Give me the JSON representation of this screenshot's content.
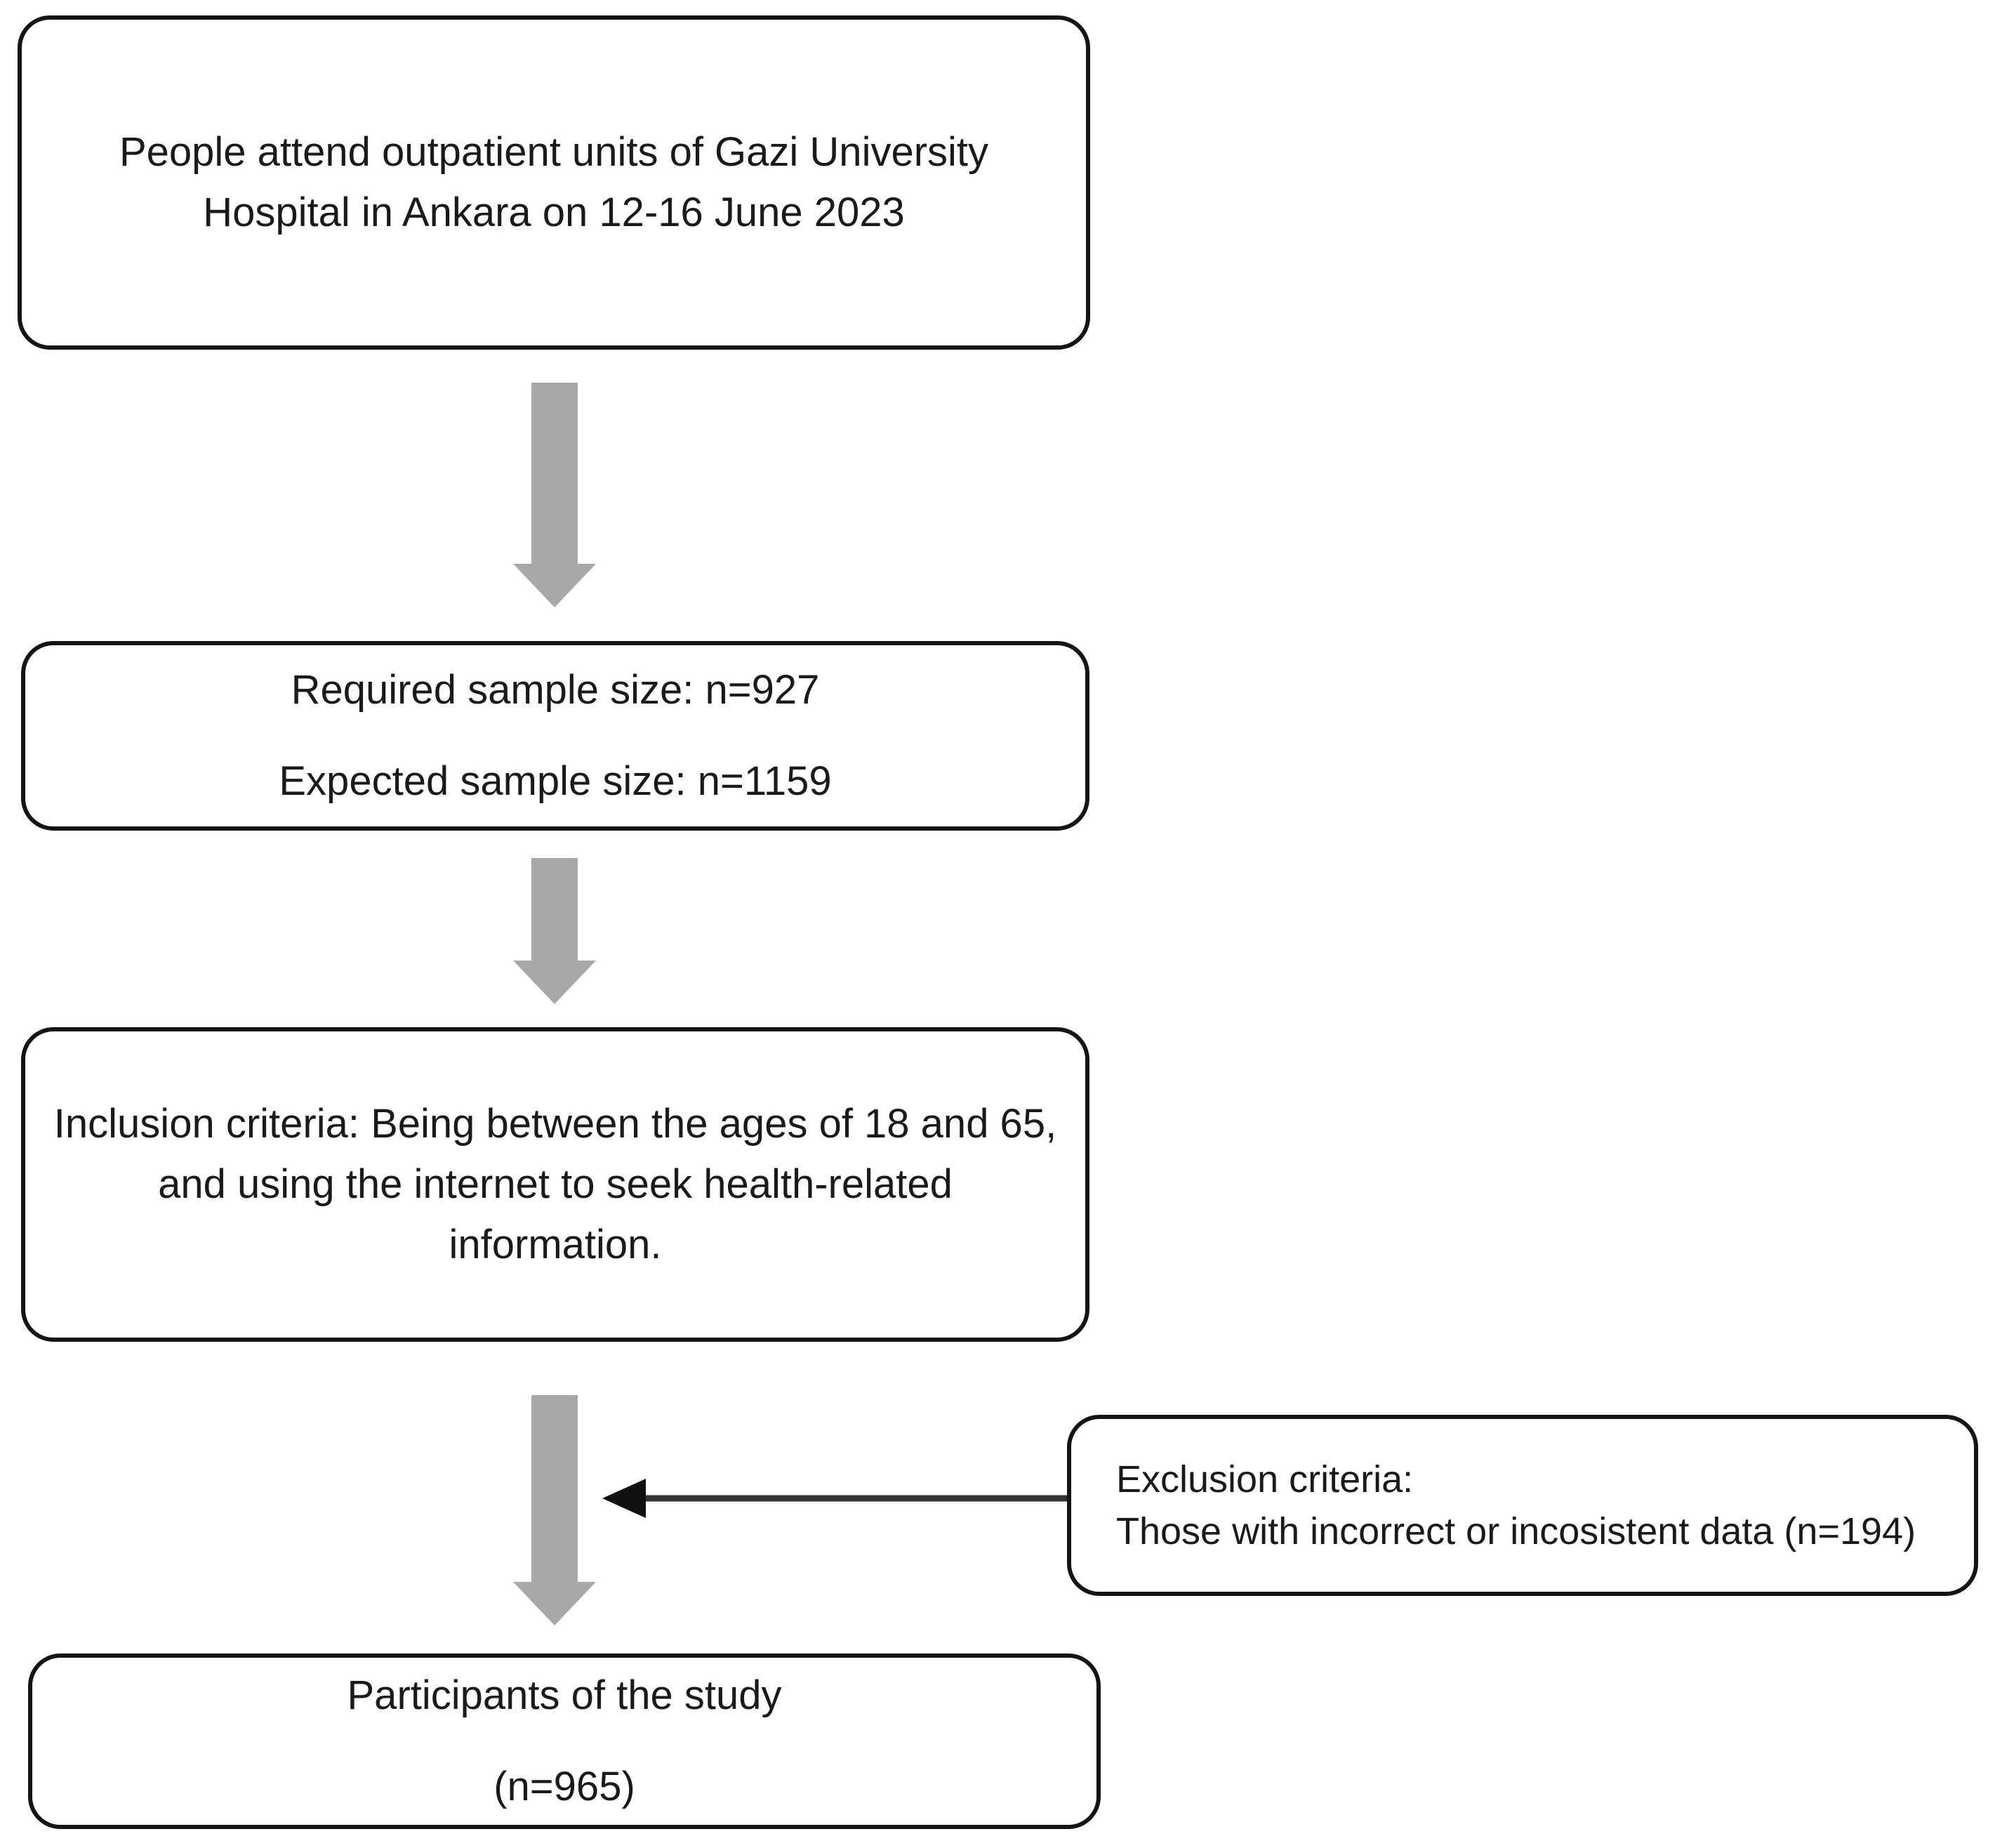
{
  "figure": {
    "kind": "study-flowchart",
    "boxes": {
      "population": {
        "text": "People attend outpatient units of Gazi University Hospital in Ankara on 12-16 June 2023"
      },
      "sample_size": {
        "line1": "Required sample size: n=927",
        "line2": "Expected sample size: n=1159"
      },
      "inclusion": {
        "text": "Inclusion criteria: Being between the ages of 18 and 65, and using the internet to seek health-related information."
      },
      "exclusion": {
        "line1": "Exclusion criteria:",
        "line2": "Those with incorrect or incosistent data (n=194)"
      },
      "participants": {
        "line1": "Participants of the study",
        "line2": "(n=965)"
      }
    },
    "colors": {
      "arrow_gray": "#a8a8a8",
      "connector_line": "#333333",
      "connector_head": "#111111",
      "border_black": "#141414",
      "background": "#ffffff"
    }
  }
}
